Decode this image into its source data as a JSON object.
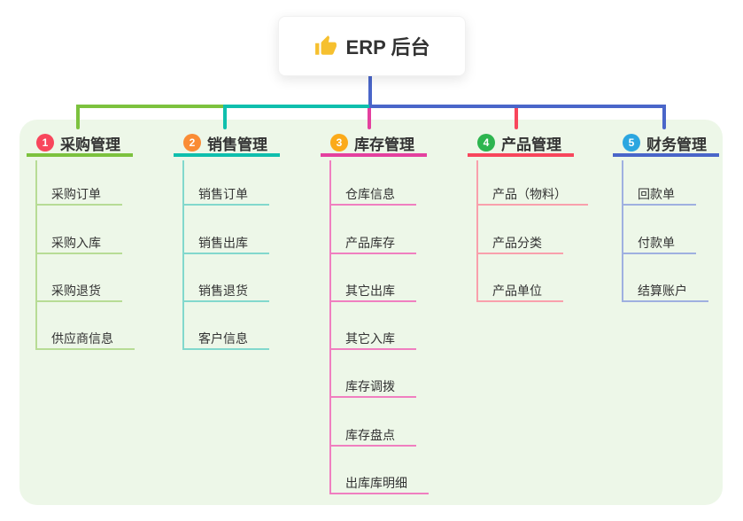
{
  "root": {
    "label": "ERP 后台",
    "icon": "thumbs-up-icon",
    "icon_color": "#f6c02f"
  },
  "branches": [
    {
      "index": "1",
      "label": "采购管理",
      "badge_color": "#f8465c",
      "line_color": "#7cc23e",
      "child_line_color": "#b7dc95",
      "children": [
        "采购订单",
        "采购入库",
        "采购退货",
        "供应商信息"
      ]
    },
    {
      "index": "2",
      "label": "销售管理",
      "badge_color": "#fa8c35",
      "line_color": "#0fbfad",
      "child_line_color": "#82d8cd",
      "children": [
        "销售订单",
        "销售出库",
        "销售退货",
        "客户信息"
      ]
    },
    {
      "index": "3",
      "label": "库存管理",
      "badge_color": "#fbaa1a",
      "line_color": "#e4409f",
      "child_line_color": "#f07fc0",
      "children": [
        "仓库信息",
        "产品库存",
        "其它出库",
        "其它入库",
        "库存调拨",
        "库存盘点",
        "出库库明细"
      ]
    },
    {
      "index": "4",
      "label": "产品管理",
      "badge_color": "#2db54f",
      "line_color": "#f8465c",
      "child_line_color": "#f9a0ac",
      "children": [
        "产品（物料）",
        "产品分类",
        "产品单位"
      ]
    },
    {
      "index": "5",
      "label": "财务管理",
      "badge_color": "#2ba6e0",
      "line_color": "#4a66c9",
      "child_line_color": "#9fb0e0",
      "children": [
        "回款单",
        "付款单",
        "结算账户"
      ]
    }
  ],
  "colors": {
    "canvas_bg": "#ffffff",
    "panel_bg": "#edf7e8",
    "root_connector": "#4a66c9",
    "text": "#333333"
  }
}
